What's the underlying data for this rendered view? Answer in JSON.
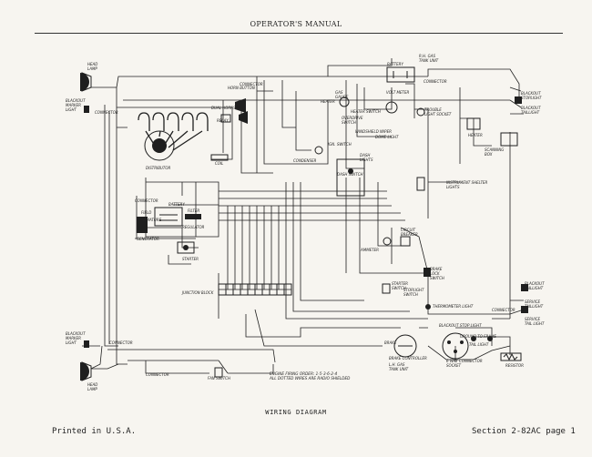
{
  "header": {
    "title": "OPERATOR'S MANUAL"
  },
  "footer": {
    "left": "Printed in U.S.A.",
    "right": "Section 2-82AC page 1"
  },
  "caption": "WIRING DIAGRAM",
  "labels": {
    "head_lamp_top": [
      "HEAD",
      "LAMP"
    ],
    "head_lamp_bottom": [
      "HEAD",
      "LAMP"
    ],
    "blackout_marker_top": [
      "BLACKOUT",
      "MARKER",
      "LIGHT"
    ],
    "blackout_marker_bottom": [
      "BLACKOUT",
      "MARKER",
      "LIGHT"
    ],
    "connector": "CONNECTOR",
    "horn_button": "HORN BUTTON",
    "dual horns": "DUAL HORNS",
    "relay": "RELAY",
    "distributor": "DISTRIBUTOR",
    "coil": "COIL",
    "battery": "BATTERY",
    "ril_gas_tank_unit": [
      "R.H. GAS",
      "TANK UNIT"
    ],
    "gas_gauge": [
      "GAS",
      "GAUGE"
    ],
    "heater": "HEATER",
    "heater_switch": "HEATER SWITCH",
    "volt_meter": "VOLT METER",
    "trouble_light_socket": [
      "TROUBLE",
      "LIGHT SOCKET"
    ],
    "windshield_wiper": "WINDSHIELD WIPER",
    "dome_light": "DOME LIGHT",
    "overdrive_switch": [
      "OVERDRIVE",
      "SWITCH"
    ],
    "dash_switch": "DASH SWITCH",
    "dash_lights": [
      "DASH",
      "LIGHTS"
    ],
    "ign_switch": "IGN. SWITCH",
    "condenser": "CONDENSER",
    "blackout_stoplight": [
      "BLACKOUT",
      "STOPLIGHT"
    ],
    "blackout_taillight_top": [
      "BLACKOUT",
      "TAILLIGHT"
    ],
    "heater_motor": "HEATER",
    "scanning_box": [
      "SCANNING",
      "BOX"
    ],
    "instrument_shelter_lights": [
      "INSTRUMENT SHELTER",
      "LIGHTS"
    ],
    "battery_small": "BATTERY",
    "field": "FIELD",
    "armature": "ARMATURE",
    "filter": "FILTER",
    "regulator": "REGULATOR",
    "generator": "GENERATOR",
    "starter": "STARTER",
    "junction_block": "JUNCTION BLOCK",
    "ammeter": "AMMETER",
    "circuit_breaker": [
      "CIRCUIT",
      "BREAKER"
    ],
    "brake_lock_switch": [
      "BRAKE",
      "LOCK",
      "SWITCH"
    ],
    "starter_switch": [
      "STARTER",
      "SWITCH"
    ],
    "stoplight_switch": [
      "STOPLIGHT",
      "SWITCH"
    ],
    "thermometer_light": "THERMOMETER LIGHT",
    "blackout_taillight_bottom": [
      "BLACKOUT",
      "TAILLIGHT"
    ],
    "service_taillight_top": [
      "SERVICE",
      "TAILLIGHT"
    ],
    "service_tail_light_bottom": [
      "SERVICE",
      "TAIL LIGHT"
    ],
    "blackout_stop_light": "BLACKOUT STOP LIGHT",
    "ground_to_frame": "GROUND TO FRAME",
    "tail_light": "TAIL LIGHT",
    "brake": "BRAKE",
    "brake_controller": "BRAKE CONTROLLER",
    "lh_gas_tank_unit": [
      "L.H. GAS",
      "TANK UNIT"
    ],
    "trailer_connector_socket": [
      "6 WAY CONNECTOR",
      "SOCKET"
    ],
    "resistor": "RESISTOR",
    "fan_switch": "FAN SWITCH",
    "firing_order_note": [
      "ENGINE FIRING ORDER: 1-5-3-6-2-4",
      "ALL DOTTED WIRES ARE RADIO SHIELDED"
    ]
  }
}
